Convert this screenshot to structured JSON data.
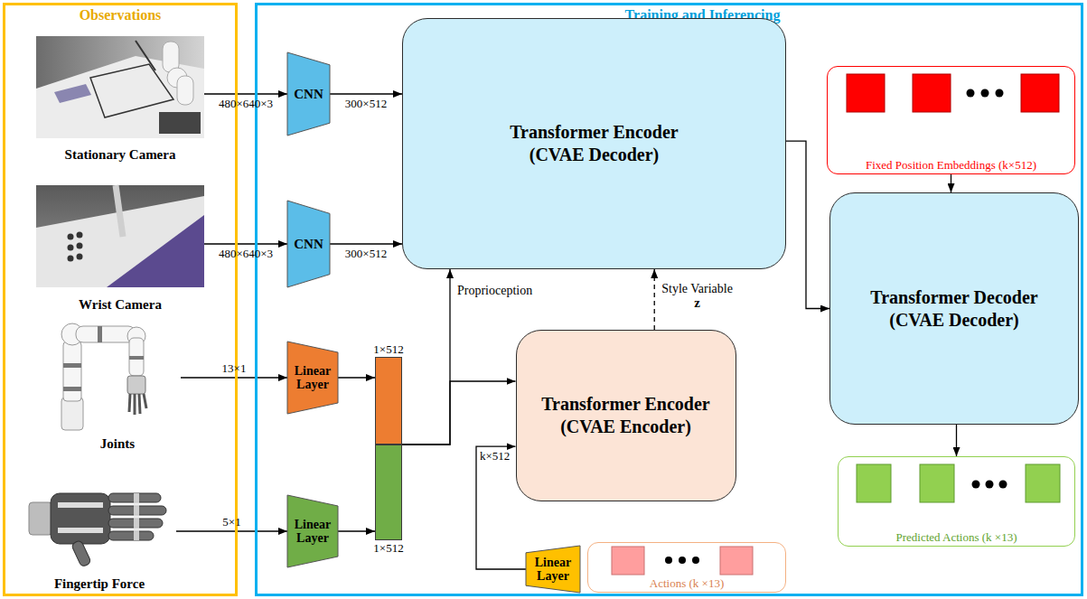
{
  "diagram": {
    "nodes": [
      {
        "text": [
          "Observations"
        ]
      },
      {
        "text": [
          "Stationary Camera"
        ],
        "in": 0
      },
      {
        "text": [
          "Wrist Camera"
        ],
        "in": 0
      },
      {
        "text": [
          "Joints"
        ],
        "in": 0
      },
      {
        "text": [
          "Fingertip Force"
        ],
        "in": 0
      },
      {
        "text": [
          "Training and Inferencing"
        ]
      },
      {
        "text": [
          "CNN"
        ],
        "in": 5
      },
      {
        "text": [
          "CNN"
        ],
        "in": 5
      },
      {
        "text": [
          "Transformer Encoder (CVAE Decoder)"
        ],
        "in": 5
      },
      {
        "text": [
          "Fixed Position Embeddings (k×512)"
        ],
        "in": 5
      },
      {
        "text": [
          "Transformer Decoder (CVAE Decoder)"
        ],
        "in": 5
      },
      {
        "text": [
          "Linear Layer"
        ],
        "in": 5
      },
      {
        "text": [
          "Linear Layer"
        ],
        "in": 5
      },
      {
        "text": [
          "1×512"
        ],
        "in": 5
      },
      {
        "text": [
          "1×512"
        ],
        "in": 5
      },
      {
        "text": [
          "Transformer Encoder (CVAE Encoder)"
        ],
        "in": 5
      },
      {
        "text": [
          "Linear Layer"
        ],
        "in": 5
      },
      {
        "text": [
          "Actions (k ×13)"
        ],
        "in": 5
      },
      {
        "text": [
          "Predicted Actions (k ×13)"
        ],
        "in": 5
      }
    ],
    "edges": [
      {
        "from": 1,
        "to": 6,
        "label": "480×640×3",
        "arrow": "to"
      },
      {
        "from": 2,
        "to": 7,
        "label": "480×640×3",
        "arrow": "to"
      },
      {
        "from": 6,
        "to": 8,
        "label": "300×512",
        "arrow": "to"
      },
      {
        "from": 7,
        "to": 8,
        "label": "300×512",
        "arrow": "to"
      },
      {
        "from": 3,
        "to": 11,
        "label": "13×1",
        "arrow": "to"
      },
      {
        "from": 4,
        "to": 12,
        "label": "5×1",
        "arrow": "to"
      },
      {
        "from": 11,
        "to": 13,
        "arrow": "to"
      },
      {
        "from": 12,
        "to": 14,
        "arrow": "to"
      },
      {
        "from": 14,
        "to": 8,
        "label": "Proprioception",
        "arrow": "to"
      },
      {
        "from": 14,
        "to": 15,
        "arrow": "to"
      },
      {
        "from": 16,
        "to": 15,
        "label": "k×512",
        "arrow": "to"
      },
      {
        "from": 15,
        "to": 8,
        "label": "Style Variable",
        "arrow": "to"
      },
      {
        "from": 8,
        "to": 10,
        "arrow": "to"
      },
      {
        "from": 9,
        "to": 10,
        "arrow": "to"
      },
      {
        "from": 10,
        "to": 18,
        "arrow": "to"
      }
    ],
    "labels": [
      "z"
    ]
  }
}
